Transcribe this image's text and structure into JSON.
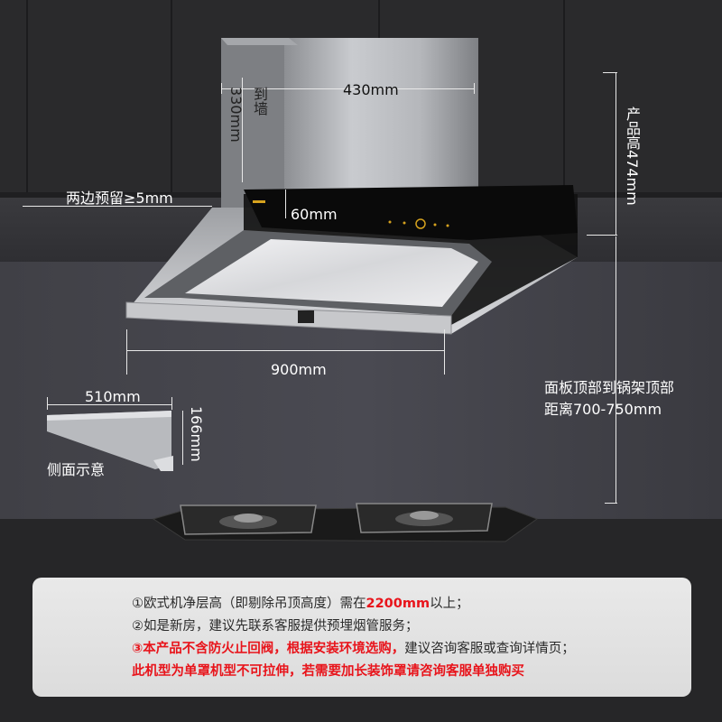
{
  "dimensions": {
    "chimney_width": "430mm",
    "to_wall_label": "到墙",
    "to_wall_value": "330mm",
    "side_clearance": "两边预留≥5mm",
    "panel_depth": "60mm",
    "product_height": "产品高474mm",
    "total_width": "900mm",
    "panel_to_stove_line1": "面板顶部到锅架顶部",
    "panel_to_stove_line2": "距离700-750mm",
    "side_width": "510mm",
    "side_height": "166mm",
    "side_caption": "侧面示意"
  },
  "notes": {
    "n1_prefix": "①欧式机净层高（即剔除吊顶高度）需在",
    "n1_highlight": "2200mm",
    "n1_suffix": "以上；",
    "n2": "②如是新房，建议先联系客服提供预埋烟管服务；",
    "n3_highlight": "③本产品不含防火止回阀，根据安装环境选购，",
    "n3_suffix": "建议咨询客服或查询详情页；",
    "n4": "此机型为单罩机型不可拉伸，若需要加长装饰罩请咨询客服单独购买"
  },
  "colors": {
    "highlight_red": "#e8141b",
    "panel_gold": "#d6a21e"
  }
}
